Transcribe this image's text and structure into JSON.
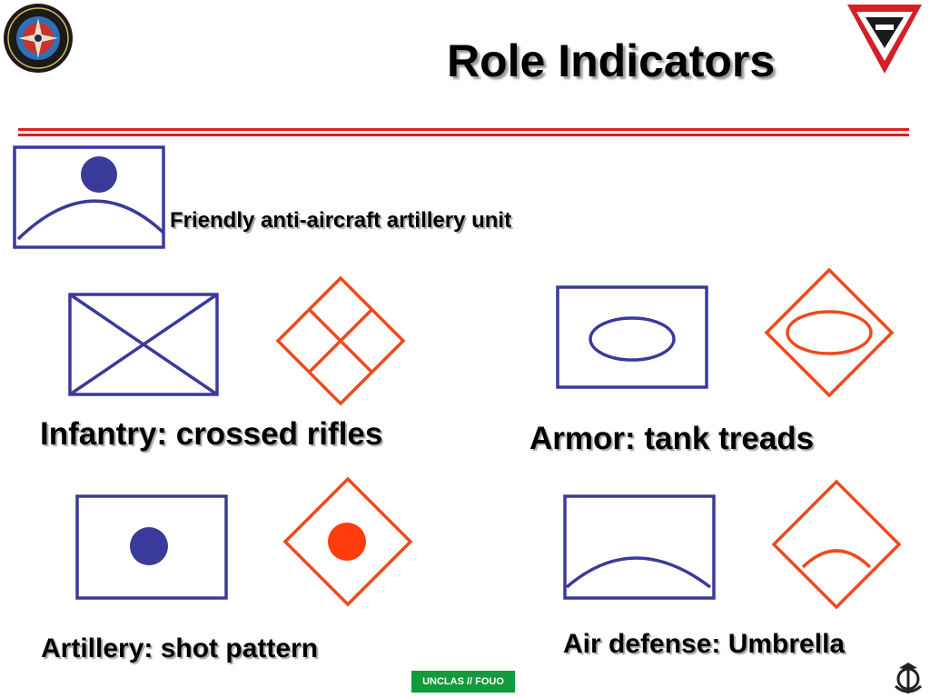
{
  "slide": {
    "title": "Role Indicators",
    "classification": "UNCLAS // FOUO"
  },
  "colors": {
    "friendly": "#3a3a9a",
    "hostile": "#ee4a1c",
    "rule": "#e8191e",
    "classification_bg": "#139a3c"
  },
  "symbols": {
    "main": {
      "label": "Friendly anti-aircraft artillery unit"
    },
    "infantry": {
      "label": "Infantry:  crossed rifles"
    },
    "armor": {
      "label": "Armor:  tank treads"
    },
    "artillery": {
      "label": "Artillery:  shot pattern"
    },
    "air_defense": {
      "label": "Air defense: Umbrella"
    }
  },
  "logos": {
    "left_emblem": {
      "icon": "marine-corps-intelligence-schools-emblem-icon"
    },
    "right_emblem": {
      "icon": "intelligence-cell-triangle-emblem-icon"
    },
    "corner_emblem": {
      "icon": "eagle-globe-anchor-icon"
    }
  }
}
